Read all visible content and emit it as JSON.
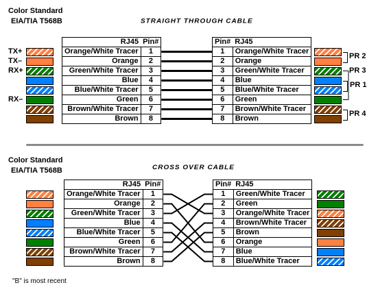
{
  "straight": {
    "standard_label_1": "Color  Standard",
    "standard_label_2": "EIA/TIA T568B",
    "title": "STRAIGHT THROUGH CABLE",
    "left_header": {
      "name": "RJ45",
      "pin": "Pin#"
    },
    "right_header": {
      "pin": "Pin#",
      "name": "RJ45"
    },
    "left_rows": [
      {
        "name": "Orange/White Tracer",
        "pin": "1"
      },
      {
        "name": "Orange",
        "pin": "2"
      },
      {
        "name": "Green/White Tracer",
        "pin": "3"
      },
      {
        "name": "Blue",
        "pin": "4"
      },
      {
        "name": "Blue/White Tracer",
        "pin": "5"
      },
      {
        "name": "Green",
        "pin": "6"
      },
      {
        "name": "Brown/White Tracer",
        "pin": "7"
      },
      {
        "name": "Brown",
        "pin": "8"
      }
    ],
    "right_rows": [
      {
        "pin": "1",
        "name": "Orange/White Tracer"
      },
      {
        "pin": "2",
        "name": "Orange"
      },
      {
        "pin": "3",
        "name": "Green/White Tracer"
      },
      {
        "pin": "4",
        "name": "Blue"
      },
      {
        "pin": "5",
        "name": "Blue/White Tracer"
      },
      {
        "pin": "6",
        "name": "Green"
      },
      {
        "pin": "7",
        "name": "Brown/White Tracer"
      },
      {
        "pin": "8",
        "name": "Brown"
      }
    ],
    "signal_labels": [
      {
        "row": 1,
        "text": "TX+"
      },
      {
        "row": 2,
        "text": "TX–"
      },
      {
        "row": 3,
        "text": "RX+"
      },
      {
        "row": 6,
        "text": "RX–"
      }
    ],
    "pairs": [
      {
        "text": "PR 2"
      },
      {
        "text": "PR 3"
      },
      {
        "text": "PR 1"
      },
      {
        "text": "PR 4"
      }
    ],
    "wiring": [
      1,
      2,
      3,
      4,
      5,
      6,
      7,
      8
    ]
  },
  "cross": {
    "standard_label_1": "Color  Standard",
    "standard_label_2": "EIA/TIA T568B",
    "title": "CROSS OVER CABLE",
    "left_header": {
      "name": "RJ45",
      "pin": "Pin#"
    },
    "right_header": {
      "pin": "Pin#",
      "name": "RJ45"
    },
    "left_rows": [
      {
        "name": "Orange/White Tracer",
        "pin": "1"
      },
      {
        "name": "Orange",
        "pin": "2"
      },
      {
        "name": "Green/White Tracer",
        "pin": "3"
      },
      {
        "name": "Blue",
        "pin": "4"
      },
      {
        "name": "Blue/White Tracer",
        "pin": "5"
      },
      {
        "name": "Green",
        "pin": "6"
      },
      {
        "name": "Brown/White Tracer",
        "pin": "7"
      },
      {
        "name": "Brown",
        "pin": "8"
      }
    ],
    "right_rows": [
      {
        "pin": "1",
        "name": "Green/White Tracer"
      },
      {
        "pin": "2",
        "name": "Green"
      },
      {
        "pin": "3",
        "name": "Orange/White Tracer"
      },
      {
        "pin": "4",
        "name": "Brown/White Tracer"
      },
      {
        "pin": "5",
        "name": "Brown"
      },
      {
        "pin": "6",
        "name": "Orange"
      },
      {
        "pin": "7",
        "name": "Blue"
      },
      {
        "pin": "8",
        "name": "Blue/White Tracer"
      }
    ],
    "wiring": [
      3,
      6,
      1,
      7,
      8,
      2,
      4,
      5
    ]
  },
  "colors": {
    "orange": "#ff8040",
    "green": "#008000",
    "blue": "#0080ff",
    "brown": "#804000",
    "wire": "#000000"
  },
  "swatches_left": [
    {
      "color": "orange",
      "striped": true
    },
    {
      "color": "orange",
      "striped": false
    },
    {
      "color": "green",
      "striped": true
    },
    {
      "color": "blue",
      "striped": false
    },
    {
      "color": "blue",
      "striped": true
    },
    {
      "color": "green",
      "striped": false
    },
    {
      "color": "brown",
      "striped": true
    },
    {
      "color": "brown",
      "striped": false
    }
  ],
  "swatches_cross_right": [
    {
      "color": "green",
      "striped": true
    },
    {
      "color": "green",
      "striped": false
    },
    {
      "color": "orange",
      "striped": true
    },
    {
      "color": "brown",
      "striped": true
    },
    {
      "color": "brown",
      "striped": false
    },
    {
      "color": "orange",
      "striped": false
    },
    {
      "color": "blue",
      "striped": false
    },
    {
      "color": "blue",
      "striped": true
    }
  ],
  "note": "\"B\" is most recent"
}
